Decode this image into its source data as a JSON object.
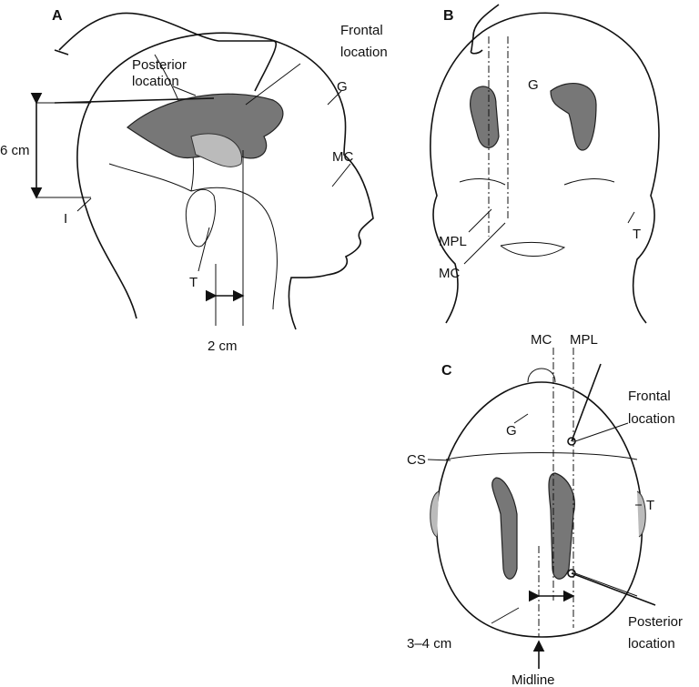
{
  "panel_a": {
    "label": "A",
    "posterior_location": [
      "Posterior",
      "location"
    ],
    "frontal_location": [
      "Frontal",
      "location"
    ],
    "g": "G",
    "six_cm": "6 cm",
    "mc": "MC",
    "i": "I",
    "t": "T",
    "two_cm": "2 cm"
  },
  "panel_b": {
    "label": "B",
    "g": "G",
    "mpl": "MPL",
    "mc": "MC",
    "t": "T"
  },
  "panel_c": {
    "label": "C",
    "mc": "MC",
    "mpl": "MPL",
    "frontal_location": [
      "Frontal",
      "location"
    ],
    "g": "G",
    "cs": "CS",
    "t": "T",
    "posterior_location": [
      "Posterior",
      "location"
    ],
    "three_four_cm": "3–4 cm",
    "midline": "Midline"
  }
}
